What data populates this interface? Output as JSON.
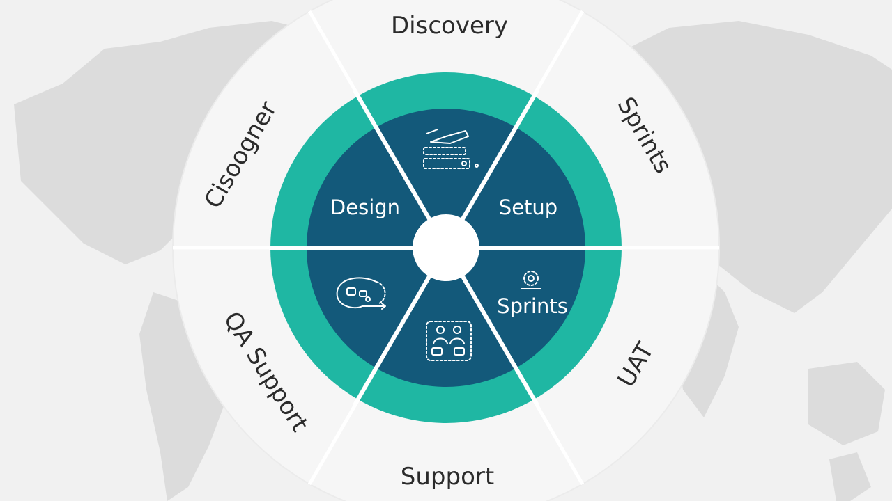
{
  "diagram": {
    "outer_labels": {
      "top": "Discovery",
      "upper_right": "Sprints",
      "lower_right": "UAT",
      "bottom": "Support",
      "lower_left": "QA Support",
      "upper_left": "Cisoogner"
    },
    "inner_labels": {
      "left": "Design",
      "right": "Setup",
      "lower_right": "Sprints"
    },
    "icons": [
      "wireframe-icon",
      "loop-icon",
      "team-icon",
      "gear-icon"
    ],
    "colors": {
      "background": "#f1f1f1",
      "map": "#dcdcdc",
      "outer_ring": "#f6f6f6",
      "teal": "#1fb7a3",
      "navy": "#13597a",
      "center": "#ffffff",
      "text": "#2b2b2b"
    }
  }
}
